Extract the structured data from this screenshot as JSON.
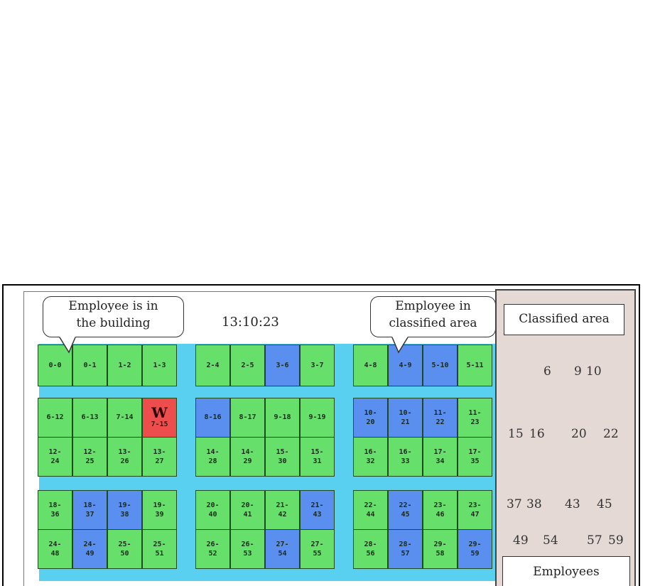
{
  "clock": "13:10:23",
  "callouts": {
    "building": [
      "Employee is in",
      "the building"
    ],
    "classified": [
      "Employee in",
      "classified area"
    ]
  },
  "blocks": [
    {
      "rows": [
        [
          "0-0",
          "0-1",
          "1-2",
          "1-3"
        ],
        [
          "6-12",
          "6-13",
          "7-14",
          "7-15"
        ],
        [
          "12-\n24",
          "12-\n25",
          "13-\n26",
          "13-\n27"
        ],
        [
          "18-\n36",
          "18-\n37",
          "19-\n38",
          "19-\n39"
        ],
        [
          "24-\n48",
          "24-\n49",
          "25-\n50",
          "25-\n51"
        ]
      ]
    },
    {
      "rows": [
        [
          "2-4",
          "2-5",
          "3-6",
          "3-7"
        ],
        [
          "8-16",
          "8-17",
          "9-18",
          "9-19"
        ],
        [
          "14-\n28",
          "14-\n29",
          "15-\n30",
          "15-\n31"
        ],
        [
          "20-\n40",
          "20-\n41",
          "21-\n42",
          "21-\n43"
        ],
        [
          "26-\n52",
          "26-\n53",
          "27-\n54",
          "27-\n55"
        ]
      ]
    },
    {
      "rows": [
        [
          "4-8",
          "4-9",
          "5-10",
          "5-11"
        ],
        [
          "10-\n20",
          "10-\n21",
          "11-\n22",
          "11-\n23"
        ],
        [
          "16-\n32",
          "16-\n33",
          "17-\n34",
          "17-\n35"
        ],
        [
          "22-\n44",
          "22-\n45",
          "23-\n46",
          "23-\n47"
        ],
        [
          "28-\n56",
          "28-\n57",
          "29-\n58",
          "29-\n59"
        ]
      ]
    }
  ],
  "blue_cells": [
    "3-6",
    "8-16",
    "4-9",
    "5-10",
    "10-\n20",
    "10-\n21",
    "11-\n22",
    "18-\n37",
    "19-\n38",
    "21-\n43",
    "22-\n45",
    "24-\n49",
    "27-\n54",
    "28-\n57",
    "29-\n59"
  ],
  "warning_cell": {
    "label": "7-15",
    "mark": "W"
  },
  "sidebar": {
    "classified_title": "Classified area",
    "employees_title": "Employees",
    "rows": [
      [
        "6",
        "9",
        "10"
      ],
      [
        "15",
        "16",
        "20",
        "22"
      ],
      [
        "37",
        "38",
        "43",
        "45"
      ],
      [
        "49",
        "54",
        "57",
        "59"
      ]
    ]
  },
  "colors": {
    "present": "#66e06a",
    "classified": "#5a8ff0",
    "warning": "#ee4d4d",
    "floor": "#5ad0f0",
    "panel": "#e5d9d6"
  }
}
